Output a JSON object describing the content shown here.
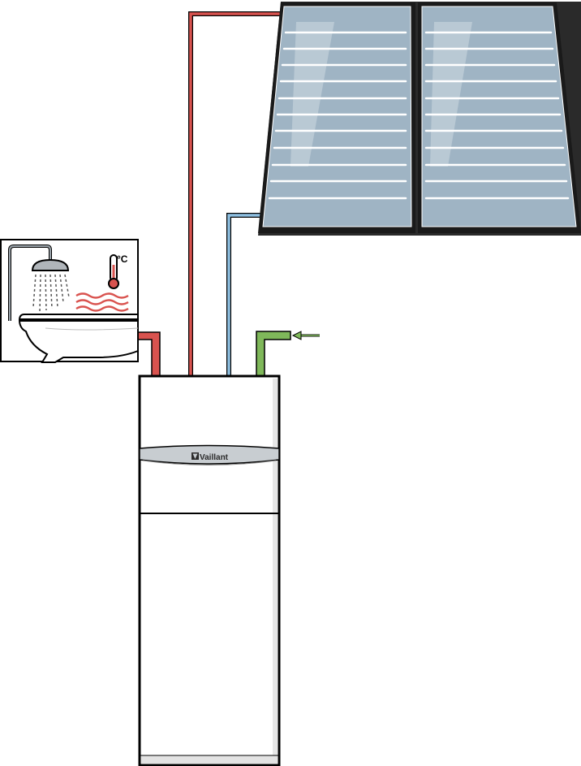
{
  "unit": {
    "brand": "Vaillant"
  },
  "bathroom": {
    "temperature_unit": "°C"
  },
  "pipes": {
    "hot_water_color": "#d9534f",
    "solar_flow_color": "#d9534f",
    "solar_return_color": "#8fc1e3",
    "cold_inlet_color": "#7fb85a"
  },
  "collector": {
    "panel_count": 2,
    "glass_color": "#9fb4c4"
  },
  "icons": [
    "shower-icon",
    "thermometer-icon",
    "heat-waves-icon",
    "bathtub-icon",
    "inlet-arrow-icon",
    "vaillant-logo-icon"
  ]
}
